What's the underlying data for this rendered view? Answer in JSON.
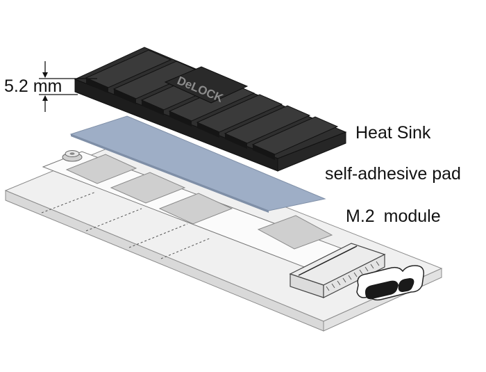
{
  "labels": {
    "thickness_value": "5.2",
    "thickness_unit": "mm",
    "heat_sink": "Heat Sink",
    "pad": "self-adhesive pad",
    "module": "M.2  module"
  },
  "logo_text": "DeLOCK",
  "colors": {
    "heatsink_top": "#2e2e2e",
    "heatsink_side": "#1c1c1c",
    "heatsink_fin": "#3a3a3a",
    "pad": "#9eaec6",
    "pad_edge": "#7f8fa7",
    "board": "#f0f0f0",
    "board_edge": "#c8c8c8",
    "chip": "#cfcfcf",
    "line": "#555555"
  }
}
